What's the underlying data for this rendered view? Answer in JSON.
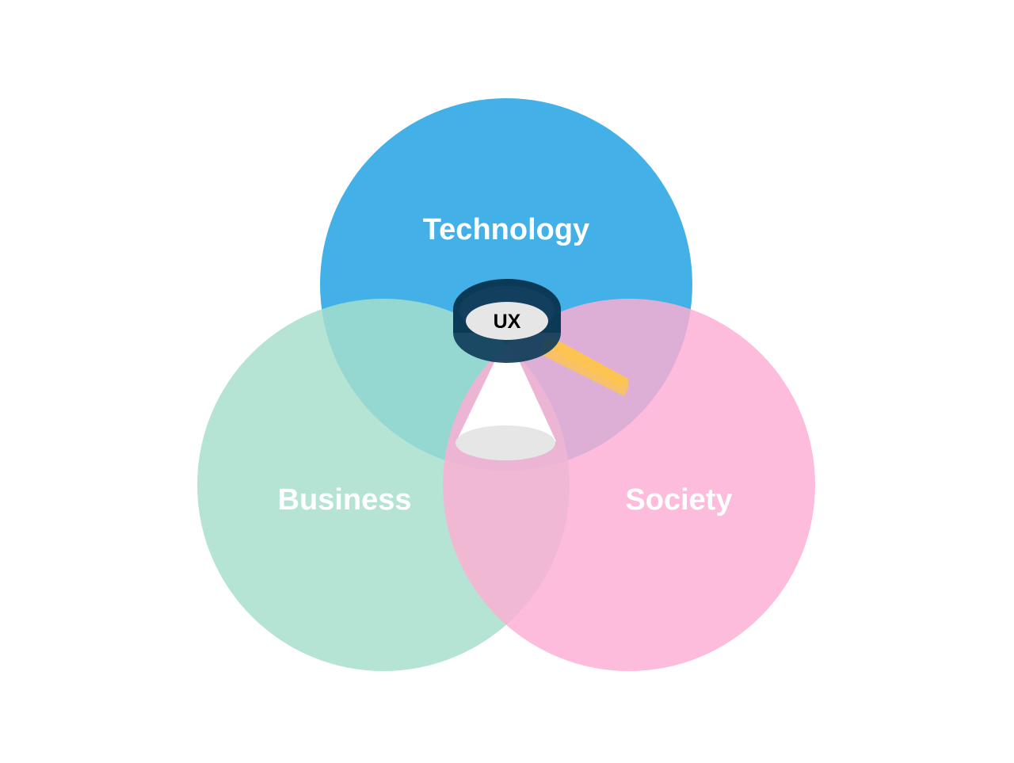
{
  "diagram": {
    "circles": [
      {
        "id": "technology",
        "label": "Technology",
        "color": "#1DA1E2"
      },
      {
        "id": "business",
        "label": "Business",
        "color": "#A6DFCC"
      },
      {
        "id": "society",
        "label": "Society",
        "color": "#FDAFD4"
      }
    ],
    "center": {
      "label": "UX",
      "icon": "magnifying-glass-icon"
    },
    "colors": {
      "lens_frame": "#0B3A57",
      "lens_glass": "#E6E6E6",
      "handle": "#FDC453",
      "beam": "#FFFFFF",
      "spot": "#E6E6E6",
      "label_text": "#FFFFFF",
      "center_text": "#000000"
    }
  }
}
